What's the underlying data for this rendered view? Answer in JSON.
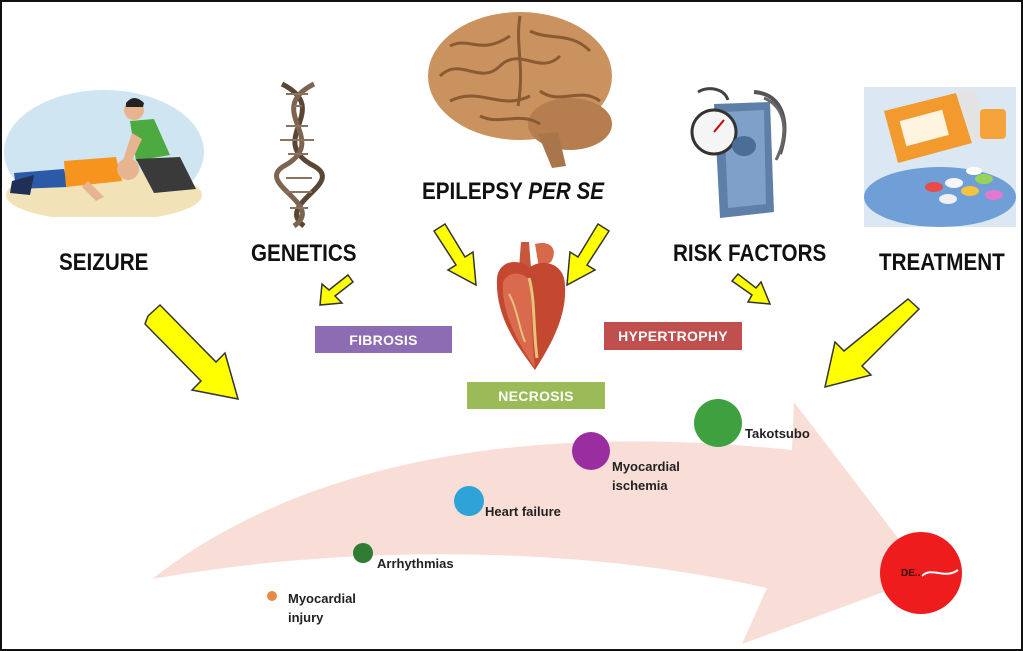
{
  "categories": {
    "seizure": "SEIZURE",
    "genetics": "GENETICS",
    "epilepsy_main": "EPILEPSY ",
    "epilepsy_italic": "PER SE",
    "risk_factors": "RISK FACTORS",
    "treatment": "TREATMENT"
  },
  "mechanisms": {
    "fibrosis": "FIBROSIS",
    "hypertrophy": "HYPERTROPHY",
    "necrosis": "NECROSIS"
  },
  "outcomes": {
    "myocardial_injury_1": "Myocardial",
    "myocardial_injury_2": "injury",
    "arrhythmias": "Arrhythmias",
    "heart_failure": "Heart failure",
    "myocardial_ischemia_1": "Myocardial",
    "myocardial_ischemia_2": "ischemia",
    "takotsubo": "Takotsubo",
    "death": "DE..."
  },
  "colors": {
    "fibrosis": "#8e6cb3",
    "hypertrophy": "#c0504d",
    "necrosis": "#9bbb59",
    "myocardial_injury": "#e58b4a",
    "arrhythmias": "#2f7d32",
    "heart_failure": "#2fa3d8",
    "myocardial_ischemia": "#9a2ea0",
    "takotsubo": "#3ea03e",
    "death": "#ee1c1c",
    "arrow_yellow": "#ffff00",
    "big_arrow": "#f8dcd4"
  },
  "icons": {
    "seizure": "recovery-position-illustration",
    "genetics": "dna-helix-illustration",
    "epilepsy": "brain-illustration",
    "heart": "anatomical-heart-illustration",
    "risk_factors": "blood-pressure-monitor-illustration",
    "treatment": "pill-bottle-illustration"
  }
}
